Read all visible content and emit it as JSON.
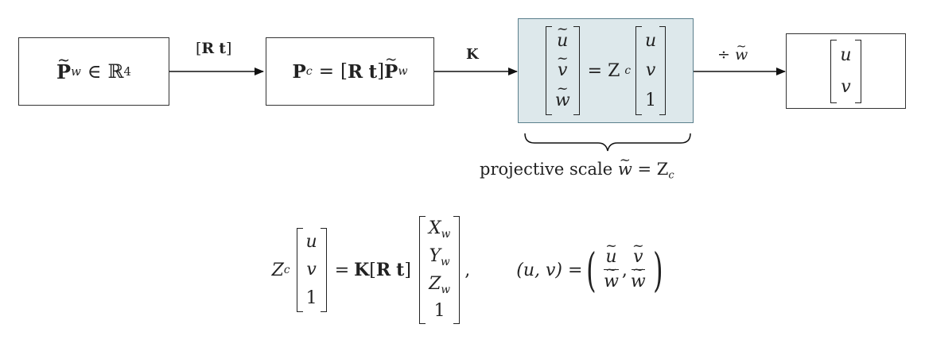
{
  "boxes": {
    "world": {
      "lhs": "P",
      "sub": "w",
      "op": "∈",
      "set": "ℝ",
      "exp": "4"
    },
    "camera": {
      "lhs": "P",
      "sub": "c",
      "eq": "=",
      "R": "R",
      "t": "t",
      "rhs": "P",
      "rhs_sub": "w"
    },
    "projection": {
      "left": [
        "u",
        "v",
        "w"
      ],
      "eq": "= Z",
      "sub": "c",
      "right": [
        "u",
        "v",
        "1"
      ]
    },
    "pixel": {
      "vec": [
        "u",
        "v"
      ]
    }
  },
  "arrows": {
    "extrinsic": {
      "R": "R",
      "t": "t"
    },
    "intrinsic": "K",
    "divide": {
      "op": "÷",
      "var": "w"
    }
  },
  "brace_label": {
    "text": "projective scale",
    "var": "w",
    "eq": "= Z",
    "sub": "c"
  },
  "equation": {
    "lhs_scale": "Z",
    "lhs_sub": "c",
    "lhs_vec": [
      "u",
      "v",
      "1"
    ],
    "eq": "=",
    "K": "K",
    "R": "R",
    "t": "t",
    "world_vec": [
      {
        "v": "X",
        "s": "w"
      },
      {
        "v": "Y",
        "s": "w"
      },
      {
        "v": "Z",
        "s": "w"
      },
      {
        "v": "1",
        "s": ""
      }
    ],
    "comma": ",",
    "pair": "(u, v) =",
    "frac1": {
      "num": "u",
      "den": "w"
    },
    "frac2": {
      "num": "v",
      "den": "w"
    }
  }
}
